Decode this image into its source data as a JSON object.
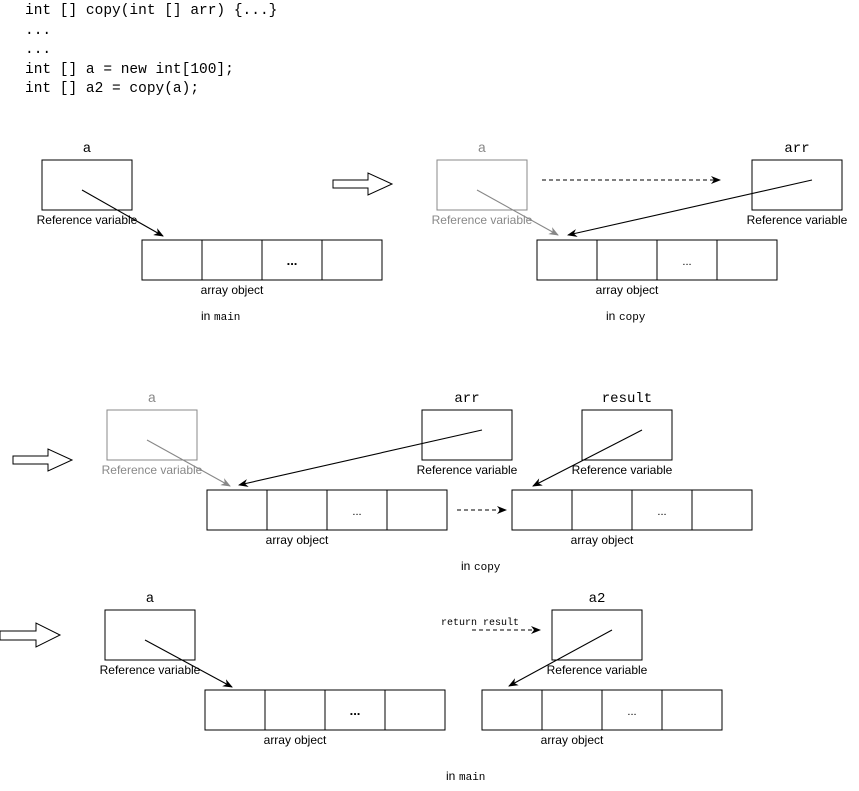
{
  "code": {
    "lines": [
      "int [] copy(int [] arr) {...}",
      "...",
      "...",
      "int [] a = new int[100];",
      "int [] a2 = copy(a);"
    ]
  },
  "labels": {
    "reference_variable": "Reference variable",
    "array_object": "array object",
    "in_prefix": "in",
    "ellipsis": "...",
    "return_result": "return result"
  },
  "colors": {
    "active": "#000000",
    "faded": "#888888"
  },
  "panels": [
    {
      "id": "step1",
      "scope": "main",
      "variables": [
        {
          "name": "a",
          "faded": false
        }
      ],
      "arrays": [
        {
          "cells": [
            "",
            "",
            "...",
            ""
          ]
        }
      ]
    },
    {
      "id": "step2",
      "scope": "copy",
      "variables": [
        {
          "name": "a",
          "faded": true
        },
        {
          "name": "arr",
          "faded": false
        }
      ],
      "arrays": [
        {
          "cells": [
            "",
            "",
            "...",
            ""
          ]
        }
      ]
    },
    {
      "id": "step3",
      "scope": "copy",
      "variables": [
        {
          "name": "a",
          "faded": true
        },
        {
          "name": "arr",
          "faded": false
        },
        {
          "name": "result",
          "faded": false
        }
      ],
      "arrays": [
        {
          "cells": [
            "",
            "",
            "...",
            ""
          ]
        },
        {
          "cells": [
            "",
            "",
            "...",
            ""
          ]
        }
      ]
    },
    {
      "id": "step4",
      "scope": "main",
      "variables": [
        {
          "name": "a",
          "faded": false
        },
        {
          "name": "a2",
          "faded": false
        }
      ],
      "arrays": [
        {
          "cells": [
            "",
            "",
            "...",
            ""
          ]
        },
        {
          "cells": [
            "",
            "",
            "...",
            ""
          ]
        }
      ]
    }
  ]
}
